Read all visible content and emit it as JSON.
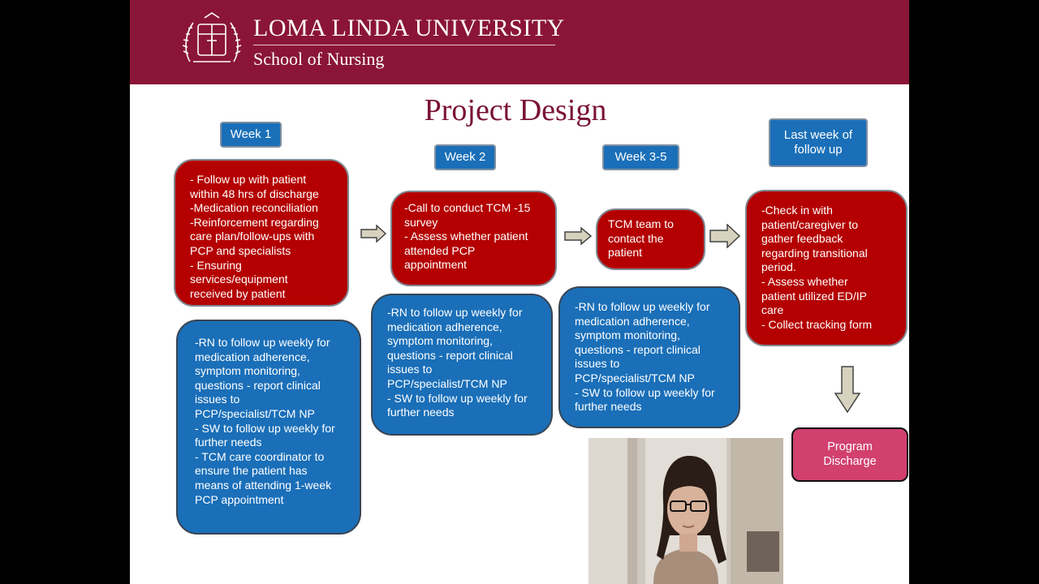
{
  "header": {
    "university": "LOMA LINDA UNIVERSITY",
    "school": "School of Nursing"
  },
  "slide_title": "Project Design",
  "labels": {
    "week1": "Week 1",
    "week2": "Week 2",
    "week35": "Week 3-5",
    "last": "Last week of\nfollow up"
  },
  "boxes": {
    "week1_red": "- Follow up with patient\nwithin 48 hrs of discharge\n-Medication reconciliation\n-Reinforcement regarding\ncare plan/follow-ups with\nPCP and specialists\n- Ensuring\nservices/equipment\nreceived by patient",
    "week2_red": "-Call to conduct TCM -15\nsurvey\n- Assess whether patient\nattended PCP\nappointment",
    "week35_red": "TCM team to\ncontact the\npatient",
    "last_red": "-Check in with\npatient/caregiver to\ngather feedback\nregarding transitional\nperiod.\n- Assess whether\npatient utilized ED/IP\ncare\n- Collect tracking form",
    "week1_blue": "-RN to follow up weekly for\nmedication adherence,\nsymptom monitoring,\nquestions - report clinical\nissues to\nPCP/specialist/TCM NP\n- SW to follow up weekly for\nfurther needs\n- TCM care coordinator to\nensure the patient has\nmeans of attending 1-week\nPCP appointment",
    "week2_blue": "-RN to follow up weekly for\nmedication adherence,\nsymptom monitoring,\nquestions - report clinical\nissues to\nPCP/specialist/TCM NP\n- SW to follow up weekly for\nfurther needs",
    "week35_blue": "-RN to follow up weekly for\nmedication adherence,\nsymptom monitoring,\nquestions - report clinical\nissues to\nPCP/specialist/TCM NP\n- SW to follow up weekly for\nfurther needs",
    "discharge": "Program\nDischarge"
  },
  "colors": {
    "banner": "#8a1538",
    "title": "#7a1238",
    "red_box": "#b40000",
    "blue_box": "#1a6fb8",
    "pink_box": "#d1406f"
  }
}
